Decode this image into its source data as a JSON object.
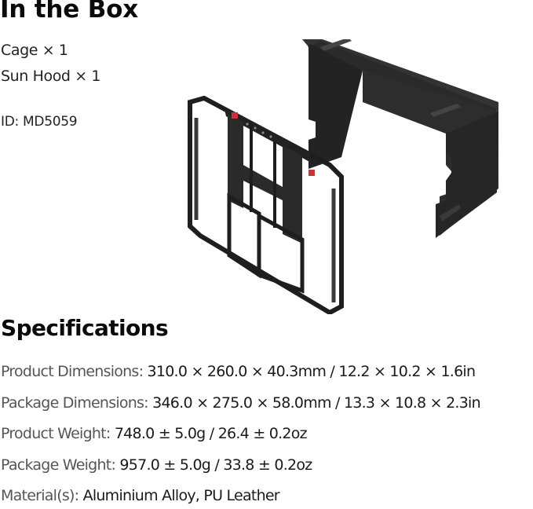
{
  "in_the_box": {
    "title": "In the Box",
    "items": [
      {
        "label": "Cage × 1"
      },
      {
        "label": "Sun Hood × 1"
      }
    ],
    "id_text": "ID: MD5059"
  },
  "product_image": {
    "alt": "Monitor cage and sun hood",
    "components": [
      "cage",
      "sun-hood"
    ],
    "colors": {
      "hood": "#2b2b2b",
      "cage": "#1f1f1f",
      "accent_red": "#c8343c"
    }
  },
  "specifications": {
    "title": "Specifications",
    "rows": [
      {
        "label": "Product Dimensions:",
        "value": " 310.0 × 260.0 × 40.3mm / 12.2 × 10.2 × 1.6in"
      },
      {
        "label": "Package Dimensions:",
        "value": " 346.0 × 275.0 × 58.0mm / 13.3 × 10.8 × 2.3in"
      },
      {
        "label": "Product Weight:",
        "value": " 748.0 ± 5.0g / 26.4 ± 0.2oz"
      },
      {
        "label": "Package Weight:",
        "value": " 957.0 ± 5.0g / 33.8 ± 0.2oz"
      },
      {
        "label": "Material(s):",
        "value": " Aluminium Alloy, PU Leather"
      }
    ]
  }
}
